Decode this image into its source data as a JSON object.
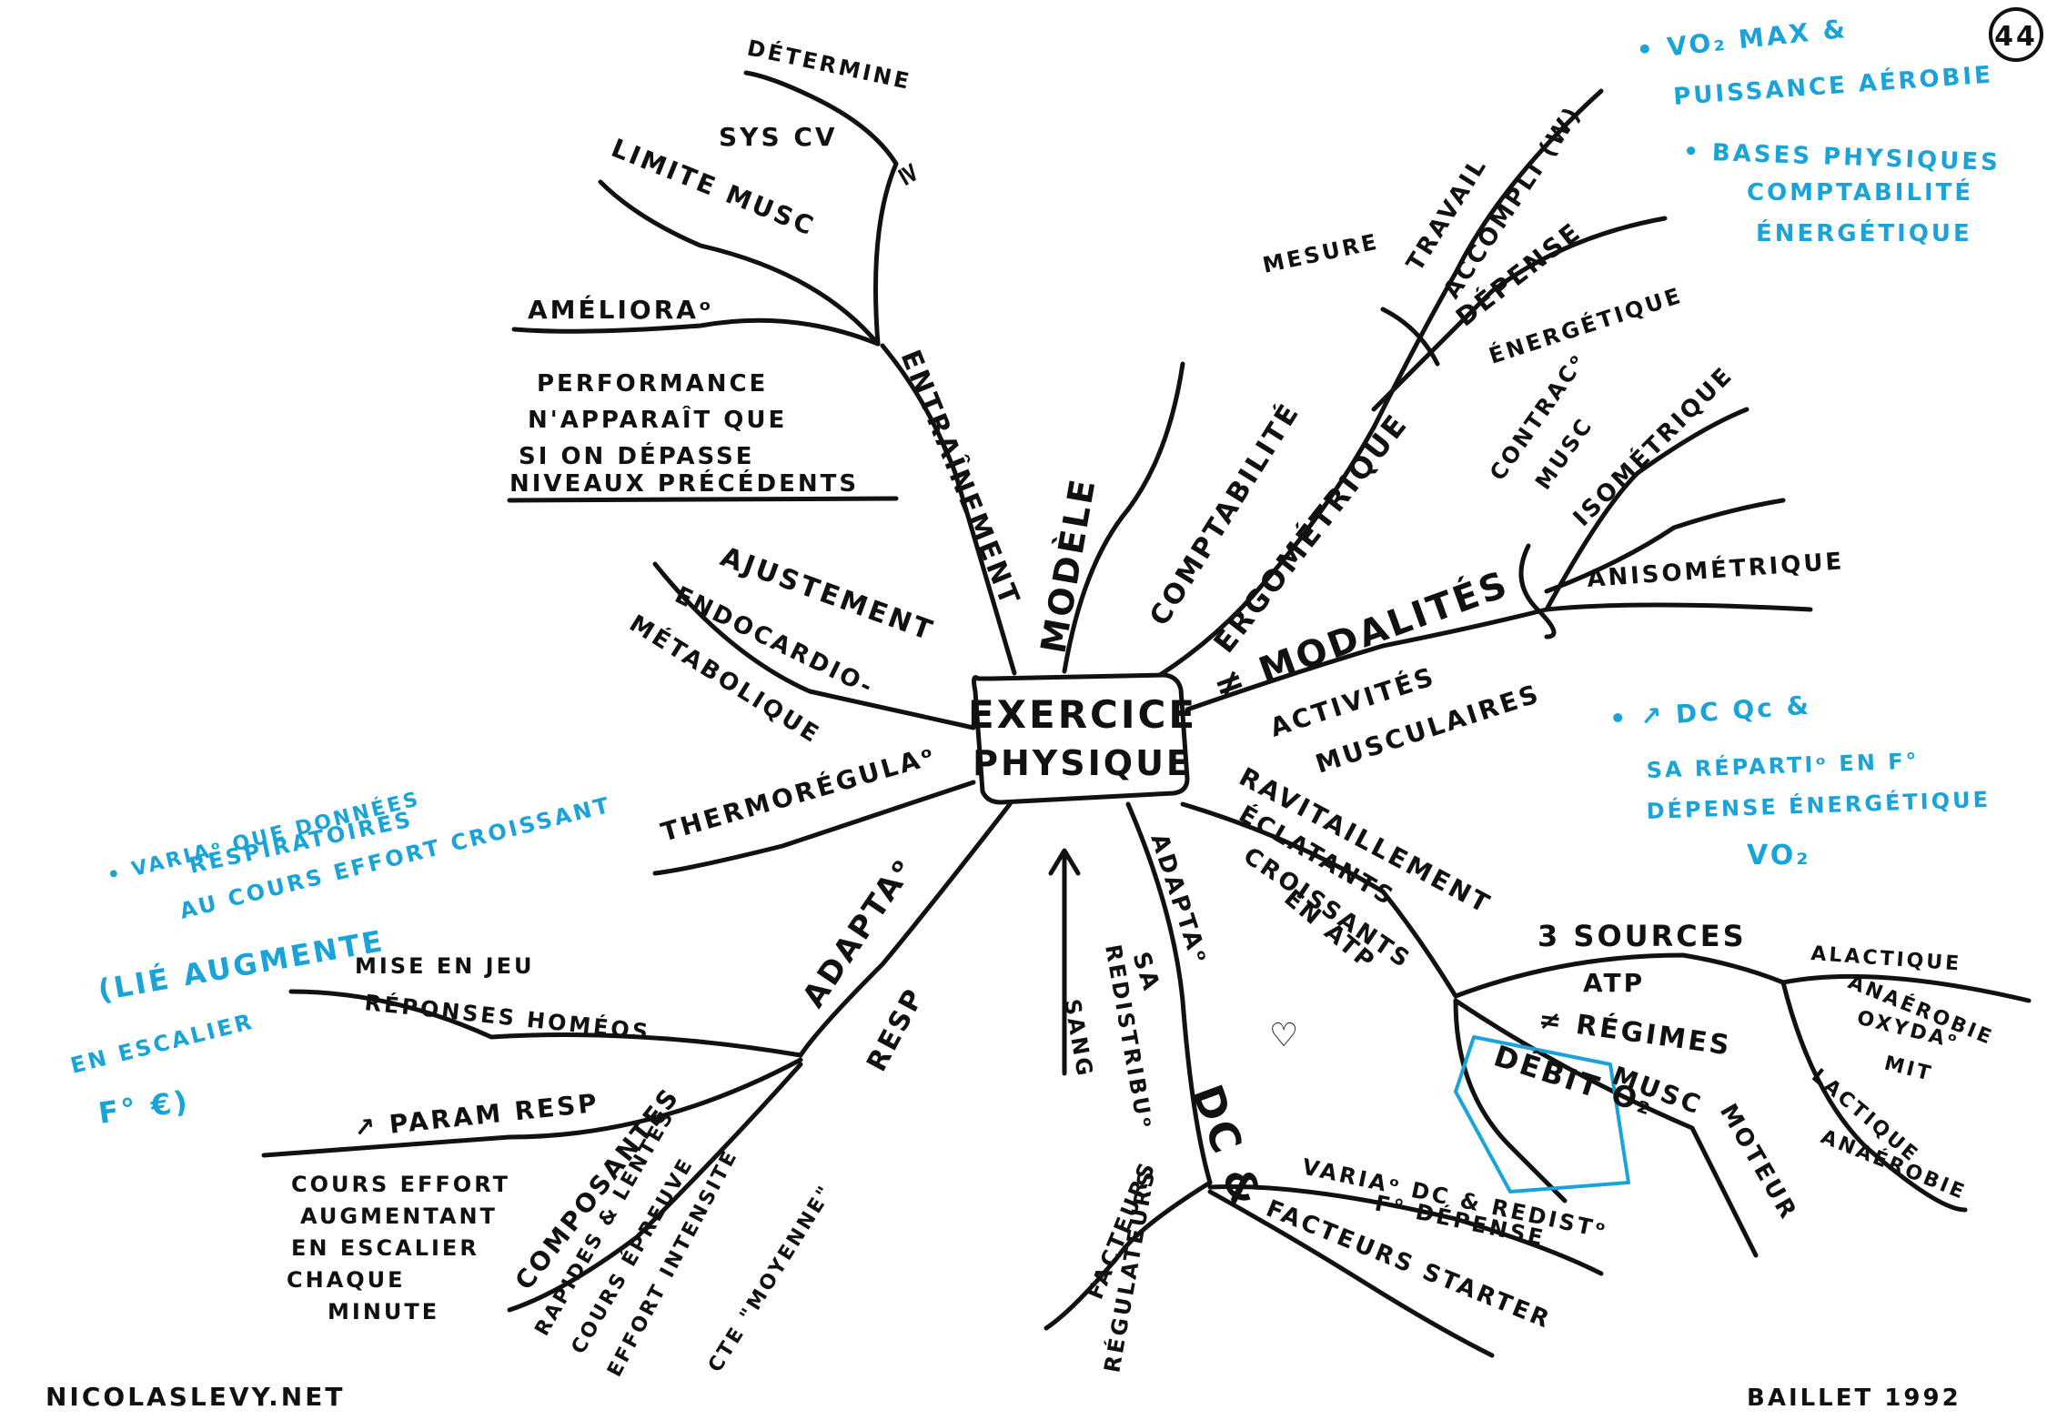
{
  "colors": {
    "ink": "#111111",
    "blue": "#1aa3d9"
  },
  "page_number": "44",
  "center": {
    "line1": "EXERCICE",
    "line2": "PHYSIQUE"
  },
  "branches": {
    "entrainement": {
      "label": "ENTRAÎNEMENT",
      "determine_1": "DÉTERMINE",
      "determine_2": "SYS CV",
      "determine_mark": "≥",
      "limite": "LIMITE MUSC",
      "amelioration": "AMÉLIORAᵒ",
      "perf_1": "PERFORMANCE",
      "perf_2": "N'APPARAÎT QUE",
      "perf_3": "SI ON DÉPASSE",
      "perf_4": "NIVEAUX PRÉCÉDENTS"
    },
    "modele": {
      "label": "MODÈLE"
    },
    "comptabilite": {
      "label": "COMPTABILITÉ",
      "ergometrique": "ERGOMÉTRIQUE",
      "mesure": "MESURE",
      "travail_1": "TRAVAIL",
      "travail_2": "ACCOMPLI (W)",
      "depense_1": "DÉPENSE",
      "depense_2": "ÉNERGÉTIQUE"
    },
    "modalites": {
      "label": "≠ MODALITÉS",
      "activites_1": "ACTIVITÉS",
      "activites_2": "MUSCULAIRES",
      "contrac_1": "CONTRACᵒ",
      "contrac_2": "MUSC",
      "isometrique": "ISOMÉTRIQUE",
      "anisometrique": "ANISOMÉTRIQUE"
    },
    "ajustement": {
      "label": "AJUSTEMENT",
      "endo_1": "ENDOCARDIO-",
      "endo_2": "MÉTABOLIQUE",
      "thermo": "THERMORÉGULAᵒ"
    },
    "adaptation_resp": {
      "label": "ADAPTAᵒ",
      "resp": "RESP",
      "mise_1": "MISE EN JEU",
      "mise_2": "RÉPONSES HOMÉOS",
      "param": "↗ PARAM RESP",
      "cours_1": "COURS EFFORT",
      "cours_2": "AUGMENTANT",
      "cours_3": "EN ESCALIER",
      "cours_4": "CHAQUE",
      "cours_5": "MINUTE",
      "composantes": "COMPOSANTES",
      "rapides_1": "RAPIDES & LENTES",
      "rapides_2": "COURS ÉPREUVE",
      "rapides_3": "EFFORT INTENSITÉ",
      "rapides_4": "CTE \"MOYENNE\""
    },
    "adaptation_sa": {
      "label_1": "ADAPTAᵒ",
      "label_2": "SA",
      "redist_1": "REDISTRIBUᵒ",
      "redist_2": "SANG",
      "facteurs_reg_1": "FACTEURS",
      "facteurs_reg_2": "RÉGULATEURS"
    },
    "dc": {
      "label": "DC &",
      "variation_1": "VARIAᵒ DC & REDISTᵒ",
      "variation_2": "F° DÉPENSE",
      "facteurs": "FACTEURS STARTER"
    },
    "ravitaillement": {
      "label": "RAVITAILLEMENT",
      "label_2": "ÉCLATANTS",
      "label_3": "CROISSANTS",
      "label_4": "EN ATP",
      "trois_sources": "3 SOURCES",
      "atp": "ATP",
      "regimes": "≠ RÉGIMES",
      "musc": "MUSC",
      "moteur": "MOTEUR",
      "debit_o2": "DÉBIT O₂",
      "alactique": "ALACTIQUE",
      "anaerobie_1": "ANAÉROBIE",
      "oxyda": "OXYDAᵒ",
      "mit": "MIT",
      "lactique": "LACTIQUE",
      "anaerobie_2": "ANAÉROBIE"
    }
  },
  "notes": {
    "top_right_1a": "• VO₂ MAX &",
    "top_right_1b": "PUISSANCE AÉROBIE",
    "top_right_2a": "• BASES PHYSIQUES",
    "top_right_2b": "COMPTABILITÉ",
    "top_right_2c": "ÉNERGÉTIQUE",
    "mid_right_1": "• ↗ DC Qc &",
    "mid_right_2": "SA RÉPARTIᵒ EN F°",
    "mid_right_3": "DÉPENSE ÉNERGÉTIQUE",
    "mid_right_4": "VO₂",
    "left_1": "• VARIAᵒ QUE DONNÉES",
    "left_2": "RESPIRATOIRES",
    "left_3": "AU COURS EFFORT CROISSANT",
    "left_4": "(LIÉ AUGMENTE",
    "left_5": "EN ESCALIER",
    "left_6": "F° €)"
  },
  "footer": {
    "left": "NICOLASLEVY.NET",
    "right": "BAILLET 1992"
  }
}
